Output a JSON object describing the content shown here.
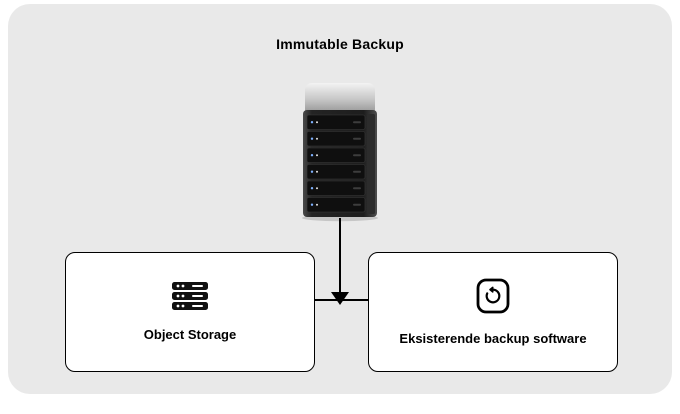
{
  "diagram": {
    "title": "Immutable Backup",
    "server": {
      "name": "immutable-backup-server"
    },
    "nodes": [
      {
        "id": "object-storage",
        "label": "Object Storage",
        "icon": "server-stack-icon"
      },
      {
        "id": "existing-backup-software",
        "label": "Eksisterende backup software",
        "icon": "file-restore-icon"
      }
    ],
    "colors": {
      "canvas_background": "#e9e9e9",
      "node_fill": "#ffffff",
      "node_border": "#000000",
      "connector": "#000000",
      "text": "#000000"
    }
  }
}
